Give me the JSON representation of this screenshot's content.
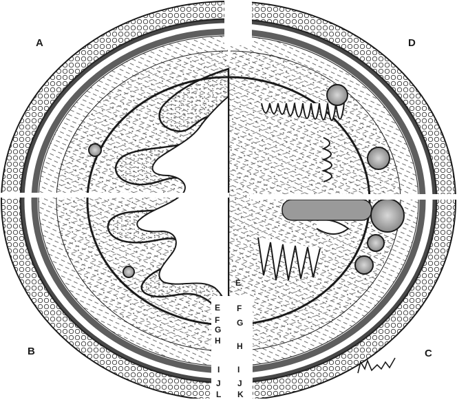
{
  "quadrants": {
    "a": "A",
    "b": "B",
    "c": "C",
    "d": "D"
  },
  "layers_left": [
    "E",
    "F",
    "G",
    "H",
    "I",
    "J",
    "L"
  ],
  "layers_right": [
    "E",
    "F",
    "G",
    "H",
    "I",
    "J",
    "K"
  ],
  "signature": "Przybyl",
  "colors": {
    "ink": "#1a1a1a",
    "paper": "#ffffff",
    "shade": "#8a8a8a"
  }
}
